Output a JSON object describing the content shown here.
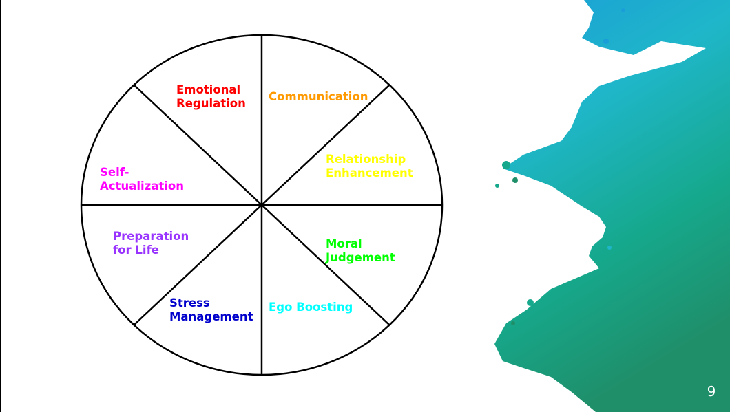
{
  "slide": {
    "page_number": "9"
  },
  "wheel": {
    "segments": [
      {
        "label": "Emotional\nRegulation",
        "color": "#ff0000"
      },
      {
        "label": "Communication",
        "color": "#ff9900"
      },
      {
        "label": "Relationship\nEnhancement",
        "color": "#ffff00"
      },
      {
        "label": "Moral\nJudgement",
        "color": "#00ff00"
      },
      {
        "label": "Ego Boosting",
        "color": "#00ffff"
      },
      {
        "label": "Stress\nManagement",
        "color": "#0000cc"
      },
      {
        "label": "Preparation\nfor Life",
        "color": "#9933ff"
      },
      {
        "label": "Self-\nActualization",
        "color": "#ff00ff"
      }
    ]
  },
  "decoration": {
    "name": "teal-watercolor-splash",
    "colors": [
      "#1a9ed8",
      "#1fb6c9",
      "#16a88c",
      "#1f8f6a"
    ]
  }
}
